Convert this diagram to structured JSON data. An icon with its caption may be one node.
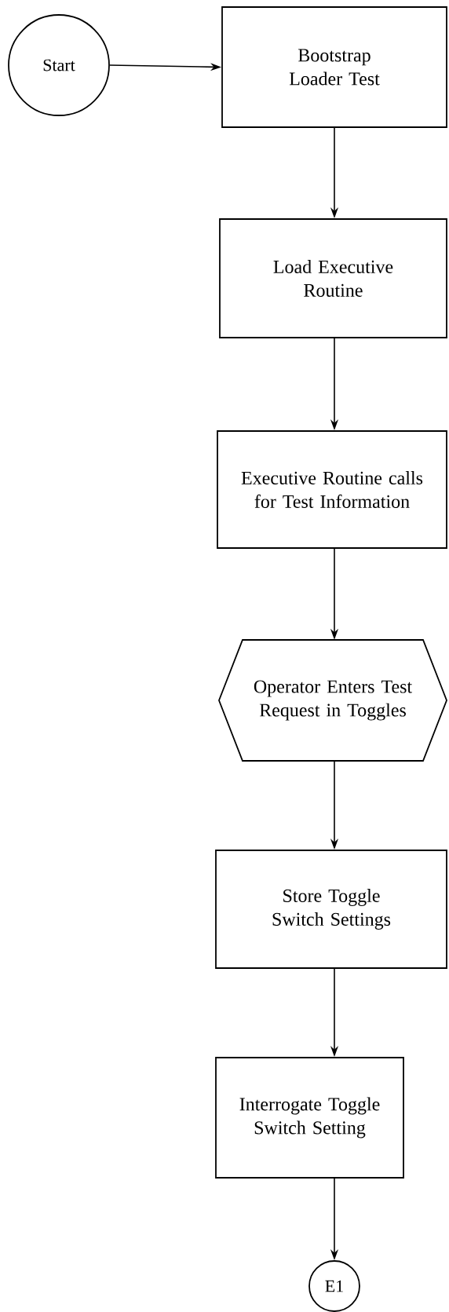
{
  "diagram": {
    "nodes": [
      {
        "text": [
          "Start"
        ]
      },
      {
        "text": [
          "Bootstrap Loader Test"
        ]
      },
      {
        "text": [
          "Load Executive Routine"
        ]
      },
      {
        "text": [
          "Executive Routine calls for Test Information"
        ]
      },
      {
        "text": [
          "Operator Enters Test Request in Toggles"
        ]
      },
      {
        "text": [
          "Store Toggle Switch Settings"
        ]
      },
      {
        "text": [
          "Interrogate Toggle Switch Setting"
        ]
      },
      {
        "text": [
          "E1"
        ]
      }
    ],
    "edges": [
      {
        "from": 0,
        "to": 1,
        "arrow": "to"
      },
      {
        "from": 1,
        "to": 2,
        "arrow": "to"
      },
      {
        "from": 2,
        "to": 3,
        "arrow": "to"
      },
      {
        "from": 3,
        "to": 4,
        "arrow": "to"
      },
      {
        "from": 4,
        "to": 5,
        "arrow": "to"
      },
      {
        "from": 5,
        "to": 6,
        "arrow": "to"
      },
      {
        "from": 6,
        "to": 7,
        "arrow": "to"
      }
    ]
  }
}
